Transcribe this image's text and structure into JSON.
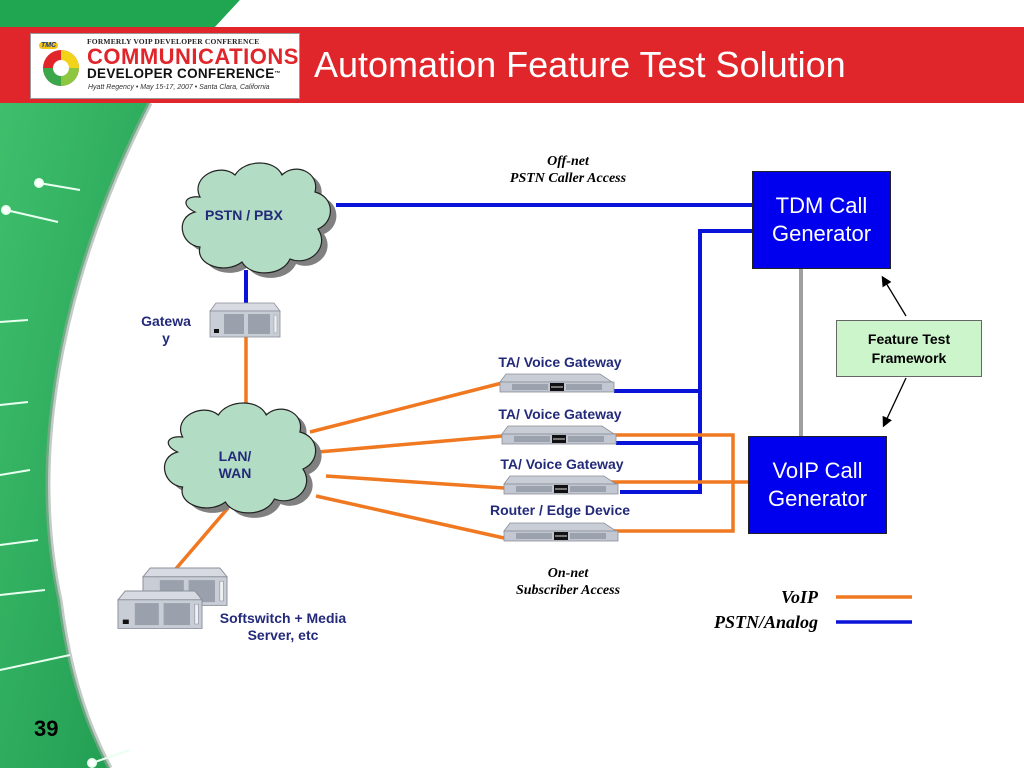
{
  "slide": {
    "title": "Automation Feature Test Solution",
    "number": "39"
  },
  "logo": {
    "formerly": "FORMERLY VOIP DEVELOPER CONFERENCE",
    "name_line1": "COMMUNICATIONS",
    "name_line2": "DEVELOPER CONFERENCE",
    "trademark": "™",
    "venue": "Hyatt Regency • May 15-17, 2007 • Santa Clara, California",
    "badge": "TMC"
  },
  "colors": {
    "header_red": "#e1262b",
    "sidebar_green": "#2fae5e",
    "voip_line": "#f07820",
    "pstn_line": "#0a14d8",
    "generator_blue": "#0000ee",
    "cloud_fill": "#b2dcc4",
    "framework_fill": "#ccf5cc",
    "label_navy": "#232a7a"
  },
  "diagram": {
    "clouds": {
      "pstn": "PSTN / PBX",
      "lan_line1": "LAN/",
      "lan_line2": "WAN"
    },
    "gateway": {
      "line1": "Gatewa",
      "line2": "y"
    },
    "devices": [
      {
        "label": "TA/ Voice Gateway"
      },
      {
        "label": "TA/ Voice Gateway"
      },
      {
        "label": "TA/ Voice Gateway"
      },
      {
        "label": "Router / Edge Device"
      }
    ],
    "softswitch": {
      "line1": "Softswitch + Media",
      "line2": "Server, etc"
    },
    "offnet": {
      "line1": "Off-net",
      "line2": "PSTN Caller Access"
    },
    "onnet": {
      "line1": "On-net",
      "line2": "Subscriber Access"
    },
    "tdm_generator": {
      "line1": "TDM Call",
      "line2": "Generator"
    },
    "voip_generator": {
      "line1": "VoIP Call",
      "line2": "Generator"
    },
    "framework": {
      "line1": "Feature Test",
      "line2": "Framework"
    }
  },
  "legend": [
    {
      "label": "VoIP",
      "type": "voip"
    },
    {
      "label": "PSTN/Analog",
      "type": "pstn"
    }
  ]
}
